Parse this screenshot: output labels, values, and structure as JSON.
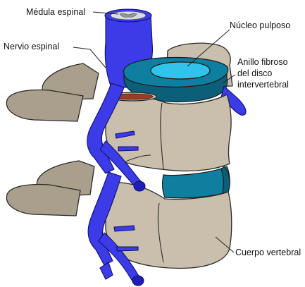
{
  "labels": {
    "medula": "Médula espinal",
    "nervio": "Nervio espinal",
    "nucleo": "Núcleo pulposo",
    "anillo_line1": "Anillo fibroso",
    "anillo_line2": "del disco",
    "anillo_line3": "intervertebral",
    "cuerpo": "Cuerpo vertebral"
  },
  "colors": {
    "bone": "#c9bfac",
    "nerve": "#3b3be8",
    "annulus": "#0f7fa0",
    "nucleus": "#31c4ea"
  }
}
